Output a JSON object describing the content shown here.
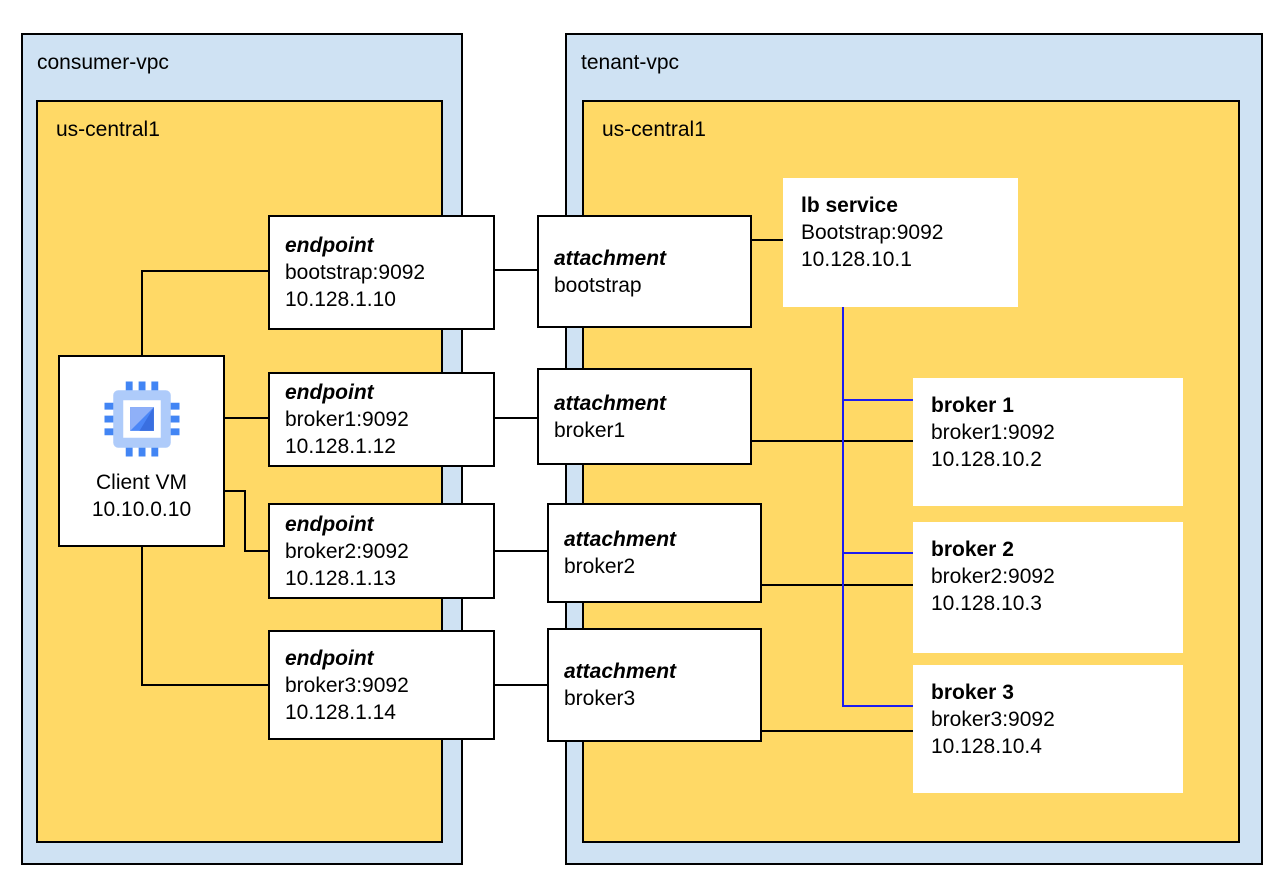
{
  "diagram": {
    "consumer_vpc": {
      "label": "consumer-vpc",
      "region_label": "us-central1"
    },
    "tenant_vpc": {
      "label": "tenant-vpc",
      "region_label": "us-central1"
    },
    "client_vm": {
      "name": "Client VM",
      "ip": "10.10.0.10",
      "icon": "compute-engine-chip-icon"
    },
    "endpoints": [
      {
        "title": "endpoint",
        "line1": "bootstrap:9092",
        "line2": "10.128.1.10"
      },
      {
        "title": "endpoint",
        "line1": "broker1:9092",
        "line2": "10.128.1.12"
      },
      {
        "title": "endpoint",
        "line1": "broker2:9092",
        "line2": "10.128.1.13"
      },
      {
        "title": "endpoint",
        "line1": "broker3:9092",
        "line2": "10.128.1.14"
      }
    ],
    "attachments": [
      {
        "title": "attachment",
        "name": "bootstrap"
      },
      {
        "title": "attachment",
        "name": "broker1"
      },
      {
        "title": "attachment",
        "name": "broker2"
      },
      {
        "title": "attachment",
        "name": "broker3"
      }
    ],
    "lb_service": {
      "title": "lb service",
      "line1": "Bootstrap:9092",
      "line2": "10.128.10.1"
    },
    "brokers": [
      {
        "title": "broker 1",
        "line1": "broker1:9092",
        "line2": "10.128.10.2"
      },
      {
        "title": "broker 2",
        "line1": "broker2:9092",
        "line2": "10.128.10.3"
      },
      {
        "title": "broker 3",
        "line1": "broker3:9092",
        "line2": "10.128.10.4"
      }
    ],
    "colors": {
      "vpc_fill": "#cfe2f3",
      "region_fill": "#ffd966",
      "connector_black": "#000000",
      "connector_blue": "#1c1cf0",
      "icon_pin_blue": "#4285f4",
      "icon_body_blue": "#aecbfa"
    }
  }
}
